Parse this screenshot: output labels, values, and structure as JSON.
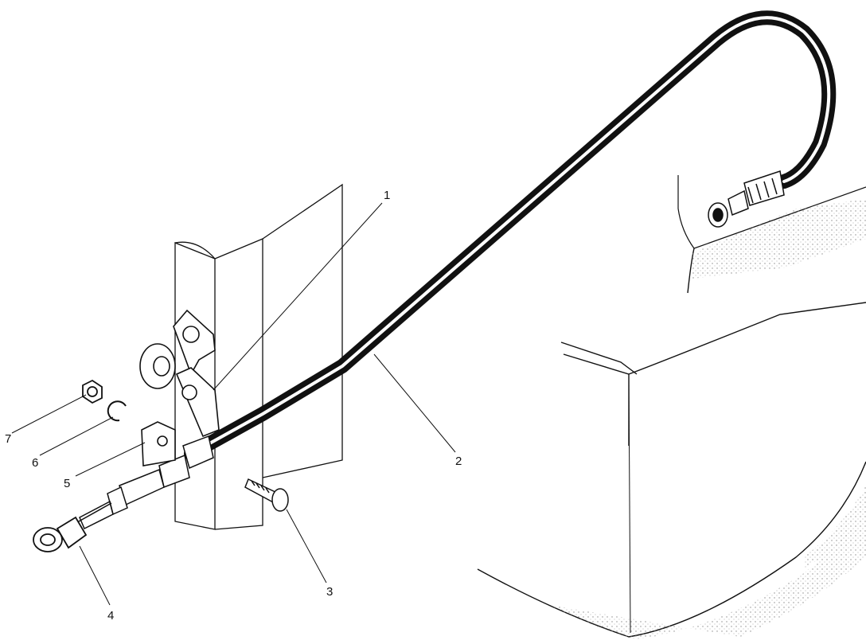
{
  "diagram": {
    "callouts": [
      {
        "id": "1",
        "label": "1"
      },
      {
        "id": "2",
        "label": "2"
      },
      {
        "id": "3",
        "label": "3"
      },
      {
        "id": "4",
        "label": "4"
      },
      {
        "id": "5",
        "label": "5"
      },
      {
        "id": "6",
        "label": "6"
      },
      {
        "id": "7",
        "label": "7"
      }
    ],
    "colors": {
      "ink": "#111111",
      "paper": "#ffffff",
      "stipple": "#9a9a9a"
    }
  }
}
